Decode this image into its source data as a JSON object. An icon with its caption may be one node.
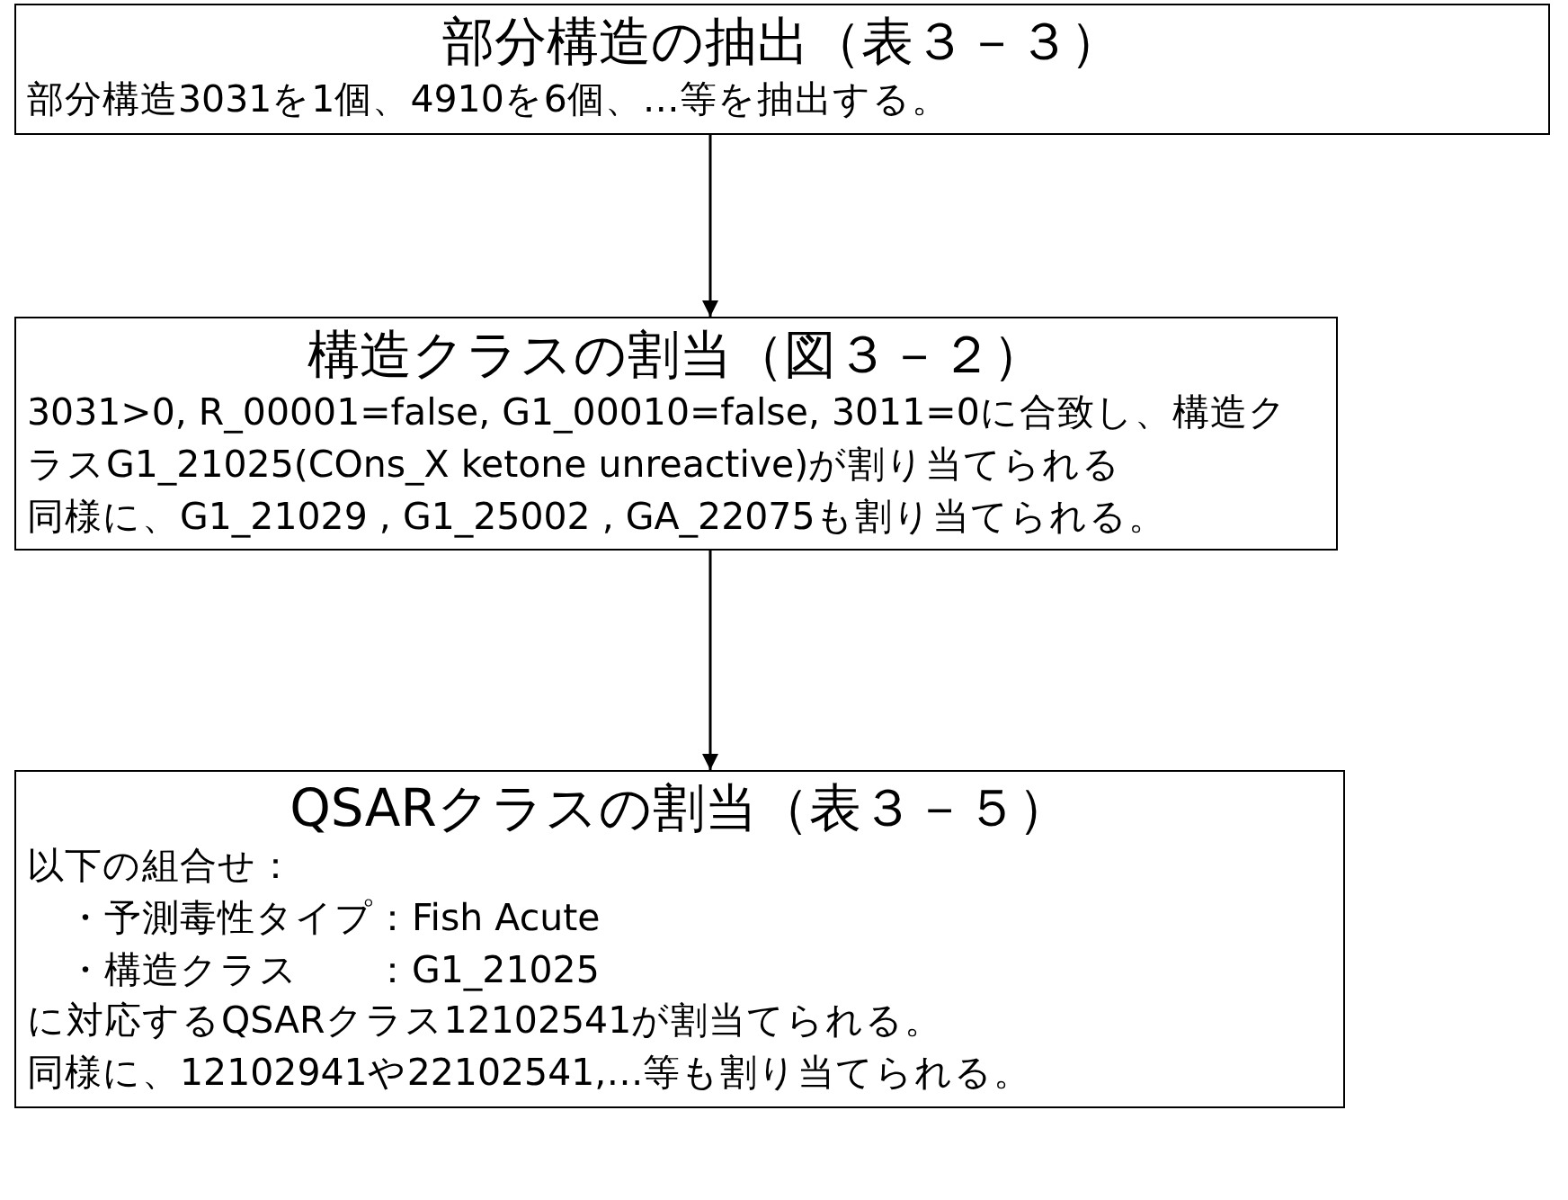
{
  "diagram": {
    "nodes": [
      {
        "text": [
          "部分構造の抽出（表３－３）",
          "部分構造3031を1個、4910を6個、…等を抽出する。"
        ]
      },
      {
        "text": [
          "構造クラスの割当（図３－２）",
          "3031>0, R_00001=false, G1_00010=false, 3011=0に合致し、構造クラスG1_21025(COns_X ketone unreactive)が割り当てられる",
          "同様に、G1_21029 , G1_25002 , GA_22075も割り当てられる。"
        ]
      },
      {
        "text": [
          "QSARクラスの割当（表３－５）",
          "以下の組合せ：",
          "・予測毒性タイプ：Fish Acute",
          "・構造クラス　　：G1_21025",
          "に対応するQSARクラス12102541が割当てられる。",
          "同様に、12102941や22102541,…等も割り当てられる。"
        ]
      }
    ],
    "edges": [
      {
        "from": 0,
        "to": 1,
        "arrow": "to"
      },
      {
        "from": 1,
        "to": 2,
        "arrow": "to"
      }
    ]
  }
}
